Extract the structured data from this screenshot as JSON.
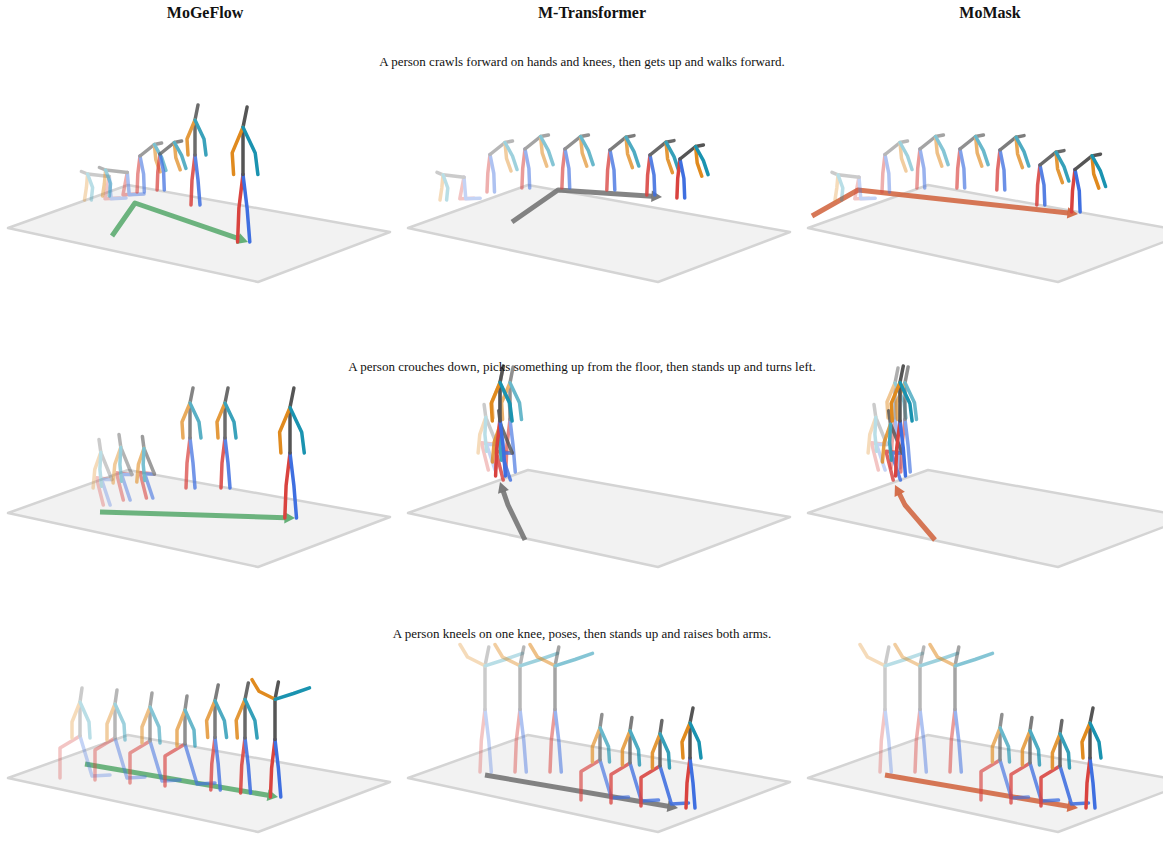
{
  "diagram": {
    "labels": [
      "MoGeFlow",
      "M-Transformer",
      "MoMask",
      "A person crawls forward on hands and knees, then gets up and walks forward.",
      "A person crouches down, picks something up from the floor, then stands up and turns left.",
      "A person kneels on one knee, poses, then stands up and raises both arms."
    ]
  }
}
